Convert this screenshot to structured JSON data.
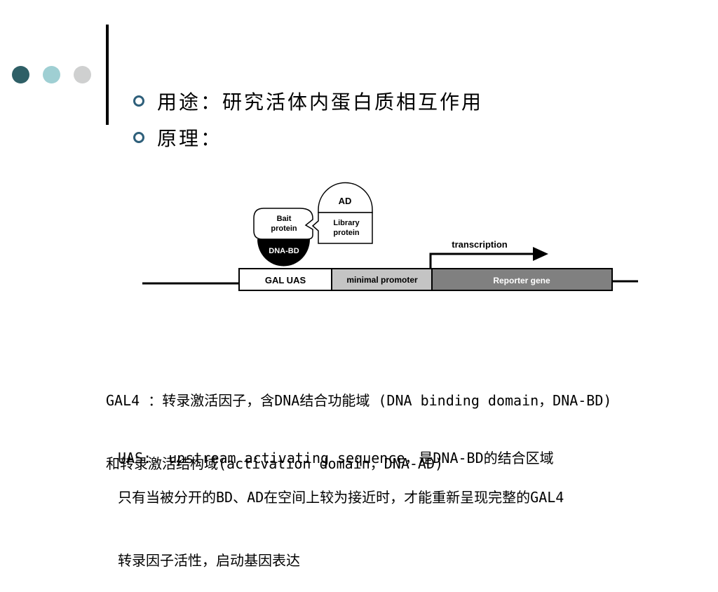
{
  "decor": {
    "dot_colors": [
      "#2e5f66",
      "#9fcfd3",
      "#cfd0d0"
    ],
    "bullet_color": "#2e5f7a"
  },
  "bullets": [
    {
      "text": "用途：研究活体内蛋白质相互作用"
    },
    {
      "text": "原理："
    }
  ],
  "diagram": {
    "ad_label": "AD",
    "library_protein_line1": "Library",
    "library_protein_line2": "protein",
    "bait_protein_line1": "Bait",
    "bait_protein_line2": "protein",
    "dna_bd_label": "DNA-BD",
    "gal_uas_label": "GAL UAS",
    "minimal_promoter_label": "minimal promoter",
    "reporter_gene_label": "Reporter gene",
    "transcription_label": "transcription"
  },
  "notes": {
    "gal4_line1": "GAL4 ：转录激活因子，含DNA结合功能域 (DNA binding domain，DNA-BD)",
    "gal4_line2": "和转录激活结构域(activation domain，DNA-AD)",
    "uas_line": "UAS:  upstream activating sequence，是DNA-BD的结合区域",
    "bd_ad_line1": "只有当被分开的BD、AD在空间上较为接近时，才能重新呈现完整的GAL4",
    "bd_ad_line2": "转录因子活性，启动基因表达"
  }
}
